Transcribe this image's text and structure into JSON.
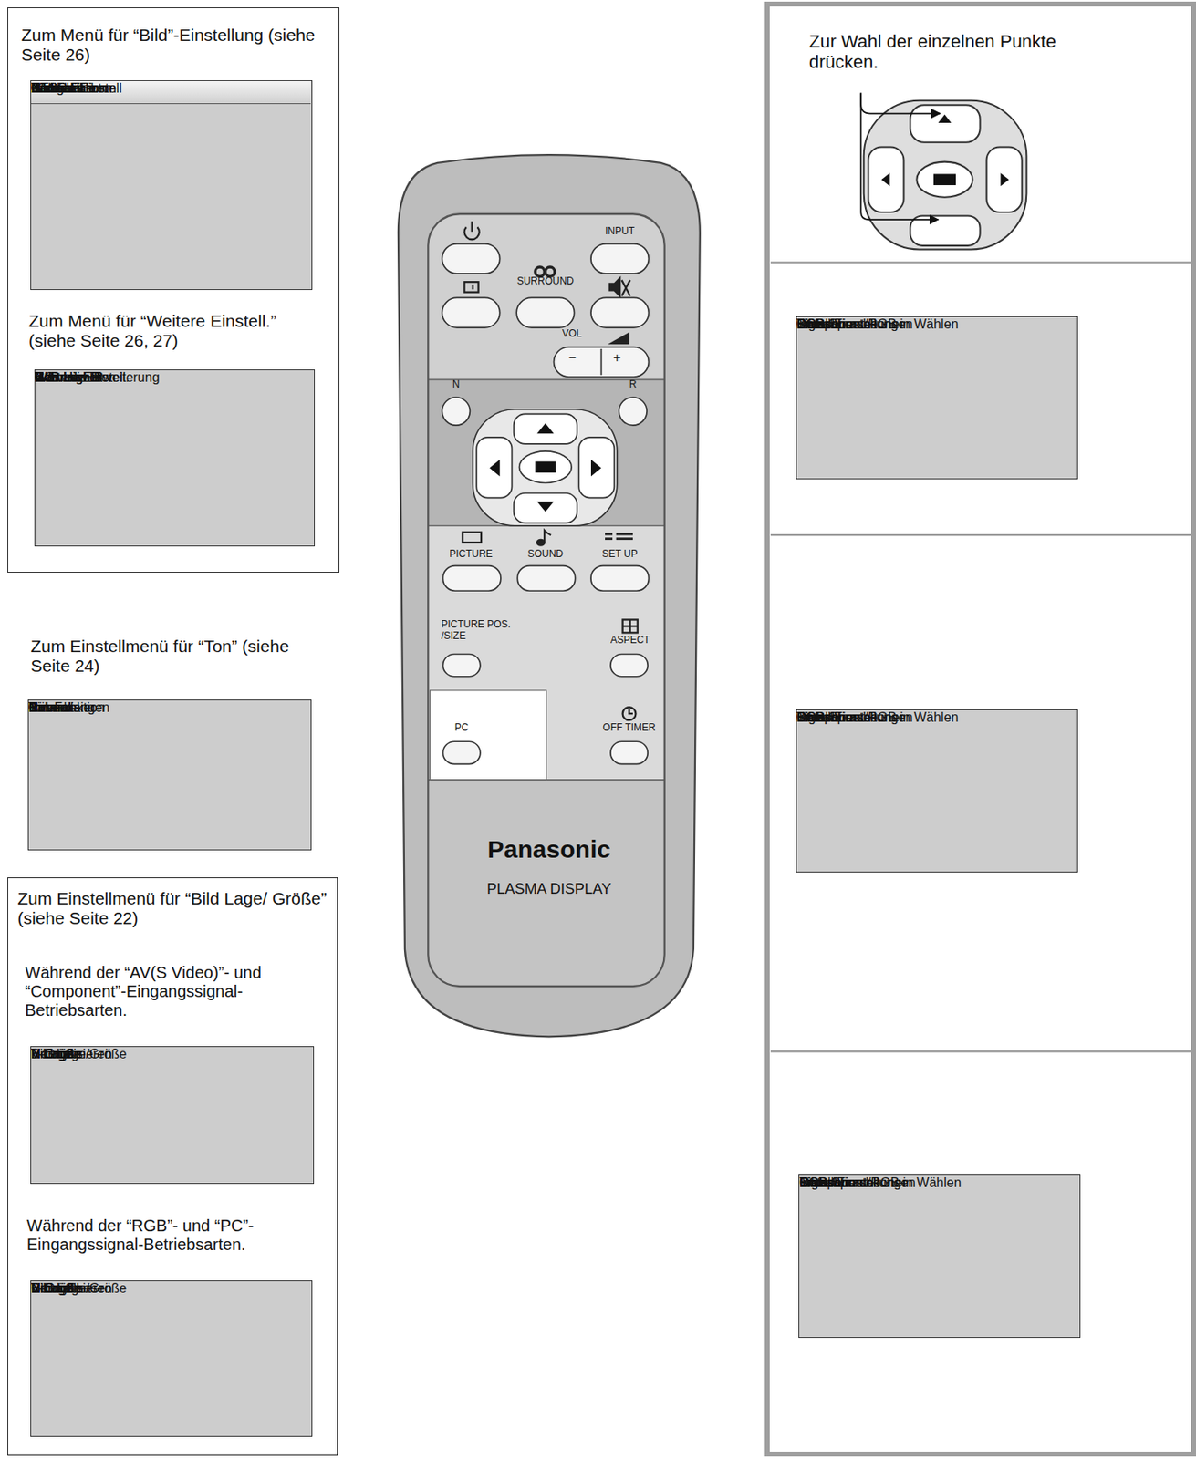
{
  "diagram": {
    "nodes": [
      {
        "text": [
          "Zum Menü für “Bild”-Einstellung (siehe Seite 26)",
          "Zum Menü für “Weitere Einstell.” (siehe Seite 26, 27)"
        ]
      },
      {
        "text": [
          "Bild"
        ],
        "in": 0
      },
      {
        "text": [
          "Normalisieren",
          "Normal"
        ],
        "in": 1
      },
      {
        "text": [
          "Bild Funktion",
          "Normal"
        ],
        "in": 1
      },
      {
        "text": [
          "Kontrast",
          "20"
        ],
        "in": 1
      },
      {
        "text": [
          "Helligkeit",
          "0"
        ],
        "in": 1
      },
      {
        "text": [
          "Farbe",
          "0"
        ],
        "in": 1
      },
      {
        "text": [
          "NTSC-Farbton",
          "0"
        ],
        "in": 1
      },
      {
        "text": [
          "Bildschärfe",
          "0"
        ],
        "in": 1
      },
      {
        "text": [
          "Farbton",
          "Normal"
        ],
        "in": 1
      },
      {
        "text": [
          "Weitere Einstell",
          "Ein"
        ],
        "in": 1
      },
      {
        "text": [
          "Weitere Einstell."
        ],
        "in": 0
      },
      {
        "text": [
          "Normalisieren",
          "Normal"
        ],
        "in": 11
      },
      {
        "text": [
          "Schwarz-Erweiterung",
          "0"
        ],
        "in": 11
      },
      {
        "text": [
          "W/B High R",
          "0"
        ],
        "in": 11
      },
      {
        "text": [
          "W/B High B",
          "0"
        ],
        "in": 11
      },
      {
        "text": [
          "W/B Low R",
          "0"
        ],
        "in": 11
      },
      {
        "text": [
          "W/B Low B",
          "0"
        ],
        "in": 11
      },
      {
        "text": [
          "Gamma",
          "2.2"
        ],
        "in": 11
      },
      {
        "text": [
          "Ton"
        ]
      },
      {
        "text": [
          "Normalisieren",
          "Normal"
        ],
        "in": 19
      },
      {
        "text": [
          "Ton-Funktion",
          "Normal"
        ],
        "in": 19
      },
      {
        "text": [
          "Bass",
          "0"
        ],
        "in": 19
      },
      {
        "text": [
          "Höhen",
          "0"
        ],
        "in": 19
      },
      {
        "text": [
          "Balance",
          "0"
        ],
        "in": 19
      },
      {
        "text": [
          "Raumklang",
          "Ein"
        ],
        "in": 19
      },
      {
        "text": [
          "Zum Einstellmenü für “Bild Lage/ Größe” (siehe Seite 22)",
          "Während der “AV(S Video)”- und “Component”-Eingangssignal-Betriebsarten.",
          "Während der “RGB”- und “PC”- Eingangssignal-Betriebsarten."
        ]
      },
      {
        "text": [
          "Bild Lage/Größe"
        ],
        "in": 26
      },
      {
        "text": [
          "Normalisieren",
          "Normal"
        ],
        "in": 27
      },
      {
        "text": [
          "H-Lage"
        ],
        "in": 27
      },
      {
        "text": [
          "H-Größe"
        ],
        "in": 27
      },
      {
        "text": [
          "V-Lage"
        ],
        "in": 27
      },
      {
        "text": [
          "V-Größe"
        ],
        "in": 27
      },
      {
        "text": [
          "Bild Lage/Größe"
        ],
        "in": 26
      },
      {
        "text": [
          "Normalisieren",
          "Normal"
        ],
        "in": 33
      },
      {
        "text": [
          "H-Lage"
        ],
        "in": 33
      },
      {
        "text": [
          "H-Größe"
        ],
        "in": 33
      },
      {
        "text": [
          "V-Lage"
        ],
        "in": 33
      },
      {
        "text": [
          "V-Größe"
        ],
        "in": 33
      },
      {
        "text": [
          "Clock Phase"
        ],
        "in": 33
      },
      {
        "text": [
          "Panasonic",
          "PLASMA DISPLAY"
        ]
      },
      {
        "text": [
          "PICTURE"
        ],
        "in": 40
      },
      {
        "text": [
          "SOUND"
        ],
        "in": 40
      },
      {
        "text": [
          "SET UP"
        ],
        "in": 40
      },
      {
        "text": [
          "PICTURE POS. /SIZE"
        ],
        "in": 40
      },
      {
        "text": [
          "Zur Wahl der einzelnen Punkte drücken."
        ]
      },
      {
        "text": [
          "Installation"
        ],
        "in": 45
      },
      {
        "text": [
          "Component/RGB in Wählen",
          "RGB"
        ],
        "in": 46
      },
      {
        "text": [
          "Signal"
        ],
        "in": 46
      },
      {
        "text": [
          "Bildschirmschoner"
        ],
        "in": 46
      },
      {
        "text": [
          "OSD Sprache",
          "Deutsch"
        ],
        "in": 46
      },
      {
        "text": [
          "Timer-Einstellungen"
        ],
        "in": 46
      },
      {
        "text": [
          "Installation"
        ],
        "in": 45
      },
      {
        "text": [
          "Component/RGB in Wählen",
          "RGB"
        ],
        "in": 52
      },
      {
        "text": [
          "Signal"
        ],
        "in": 52
      },
      {
        "text": [
          "Bildschirmschoner"
        ],
        "in": 52
      },
      {
        "text": [
          "OSD Sprache",
          "Deutsch"
        ],
        "in": 52
      },
      {
        "text": [
          "Timer-Einstellungen"
        ],
        "in": 52
      },
      {
        "text": [
          "Installation"
        ],
        "in": 45
      },
      {
        "text": [
          "Component/RGB in Wählen",
          "RGB"
        ],
        "in": 58
      },
      {
        "text": [
          "Signal"
        ],
        "in": 58
      },
      {
        "text": [
          "Bildschirmschoner"
        ],
        "in": 58
      },
      {
        "text": [
          "OSD Sprache",
          "Deutsch"
        ],
        "in": 58
      },
      {
        "text": [
          "Timer-Einstellungen"
        ],
        "in": 58
      }
    ],
    "edges": [
      {
        "from": 41,
        "to": 0,
        "arrow": "none"
      },
      {
        "from": 42,
        "to": 19,
        "arrow": "none"
      },
      {
        "from": 43,
        "to": 46,
        "arrow": "none"
      },
      {
        "from": 44,
        "to": 26,
        "arrow": "none"
      }
    ],
    "labels": [
      "INPUT",
      "SURROUND",
      "VOL",
      "−",
      "+",
      "N",
      "R",
      "ASPECT",
      "PC",
      "OFF TIMER",
      "Zum Einstellmenü für “Ton” (siehe Seite 24)"
    ]
  }
}
